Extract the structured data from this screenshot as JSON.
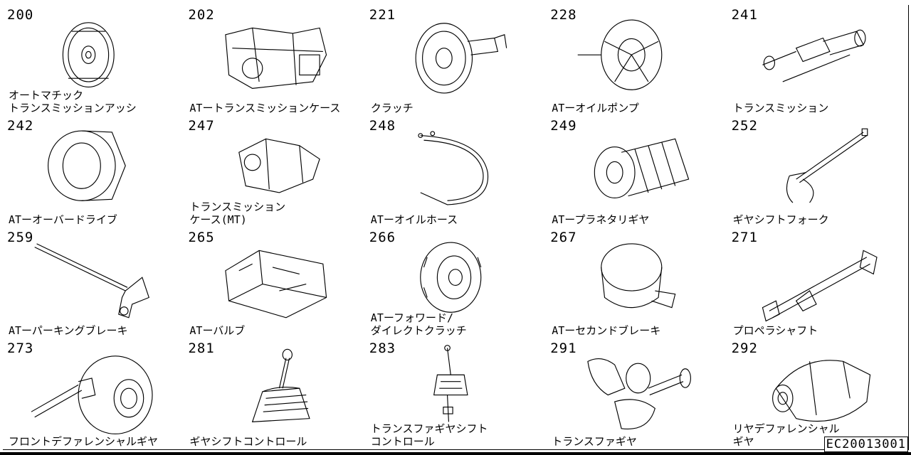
{
  "diagram_code": "EC20013001",
  "parts": [
    {
      "number": "200",
      "label": "オートマチック\nトランスミッションアッシ",
      "icon": "torque-converter-icon"
    },
    {
      "number": "202",
      "label": "ATートランスミッションケース",
      "icon": "transmission-case-icon"
    },
    {
      "number": "221",
      "label": "クラッチ",
      "icon": "clutch-icon"
    },
    {
      "number": "228",
      "label": "ATーオイルポンプ",
      "icon": "oil-pump-icon"
    },
    {
      "number": "241",
      "label": "トランスミッション",
      "icon": "transmission-gears-icon"
    },
    {
      "number": "242",
      "label": "ATーオーバードライブ",
      "icon": "overdrive-icon"
    },
    {
      "number": "247",
      "label": "トランスミッション\nケース(MT)",
      "icon": "mt-case-icon"
    },
    {
      "number": "248",
      "label": "ATーオイルホース",
      "icon": "oil-hose-icon"
    },
    {
      "number": "249",
      "label": "ATープラネタリギヤ",
      "icon": "planetary-gear-icon"
    },
    {
      "number": "252",
      "label": "ギヤシフトフォーク",
      "icon": "shift-fork-icon"
    },
    {
      "number": "259",
      "label": "ATーパーキングブレーキ",
      "icon": "parking-brake-icon"
    },
    {
      "number": "265",
      "label": "ATーバルブ",
      "icon": "valve-body-icon"
    },
    {
      "number": "266",
      "label": "ATーフォワード/\nダイレクトクラッチ",
      "icon": "forward-clutch-icon"
    },
    {
      "number": "267",
      "label": "ATーセカンドブレーキ",
      "icon": "second-brake-icon"
    },
    {
      "number": "271",
      "label": "プロペラシャフト",
      "icon": "propeller-shaft-icon"
    },
    {
      "number": "273",
      "label": "フロントデファレンシャルギヤ",
      "icon": "front-differential-icon"
    },
    {
      "number": "281",
      "label": "ギヤシフトコントロール",
      "icon": "gear-shift-control-icon"
    },
    {
      "number": "283",
      "label": "トランスファギヤシフト\nコントロール",
      "icon": "transfer-shift-control-icon"
    },
    {
      "number": "291",
      "label": "トランスファギヤ",
      "icon": "transfer-gear-icon"
    },
    {
      "number": "292",
      "label": "リヤデファレンシャル\nギヤ",
      "icon": "rear-differential-icon"
    }
  ]
}
